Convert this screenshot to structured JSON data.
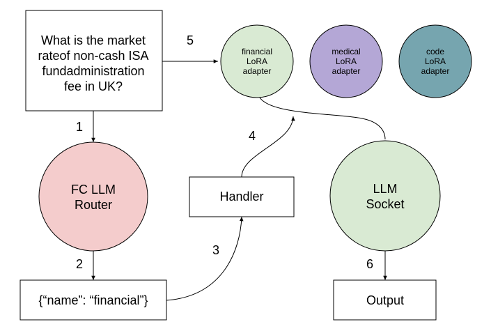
{
  "question_box": {
    "lines": [
      "What is the market",
      "rateof non-cash ISA",
      "fundadministration",
      "fee in UK?"
    ]
  },
  "router": {
    "lines": [
      "FC LLM",
      "Router"
    ],
    "color": "#f4cccc"
  },
  "json_output_box": {
    "text": "{“name”: “financial”}"
  },
  "handler_box": {
    "text": "Handler"
  },
  "socket": {
    "lines": [
      "LLM",
      "Socket"
    ],
    "color": "#d9ead3"
  },
  "output_box": {
    "text": "Output"
  },
  "adapters": [
    {
      "lines": [
        "financial",
        "LoRA",
        "adapter"
      ],
      "color": "#d9ead3"
    },
    {
      "lines": [
        "medical",
        "LoRA",
        "adapter"
      ],
      "color": "#b4a7d6"
    },
    {
      "lines": [
        "code",
        "LoRA",
        "adapter"
      ],
      "color": "#76a5af"
    }
  ],
  "steps": [
    "1",
    "2",
    "3",
    "4",
    "5",
    "6"
  ]
}
